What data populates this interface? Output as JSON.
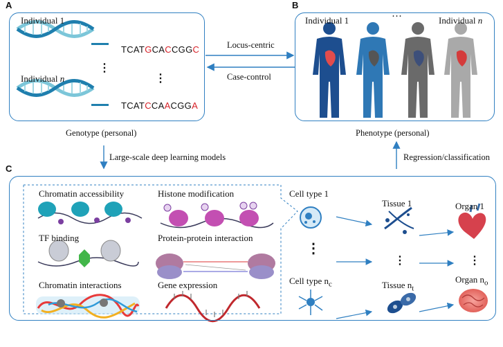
{
  "panels": {
    "a": "A",
    "b": "B",
    "c": "C"
  },
  "genotype": {
    "individual_1": "Individual 1",
    "individual_n_prefix": "Individual ",
    "individual_n_var": "n",
    "seq1": [
      {
        "t": "TCAT",
        "red": false
      },
      {
        "t": "G",
        "red": true
      },
      {
        "t": "CA",
        "red": false
      },
      {
        "t": "C",
        "red": true
      },
      {
        "t": "CGG",
        "red": false
      },
      {
        "t": "C",
        "red": true
      }
    ],
    "seq2": [
      {
        "t": "TCAT",
        "red": false
      },
      {
        "t": "C",
        "red": true
      },
      {
        "t": "CA",
        "red": false
      },
      {
        "t": "A",
        "red": true
      },
      {
        "t": "CGG",
        "red": false
      },
      {
        "t": "A",
        "red": true
      }
    ],
    "vdots": "⋮",
    "caption": "Genotype (personal)"
  },
  "arrows": {
    "locus_centric": "Locus-centric",
    "case_control": "Case-control",
    "deep_learning": "Large-scale deep learning models",
    "regression": "Regression/classification"
  },
  "phenotype": {
    "individual_1": "Individual 1",
    "ellipsis": "···",
    "individual_n_prefix": "Individual ",
    "individual_n_var": "n",
    "caption": "Phenotype (personal)",
    "figure_colors": [
      "#1d4e8f",
      "#2f78b5",
      "#6a6a6a",
      "#a9a9a9"
    ]
  },
  "modalities": {
    "chromatin_accessibility": "Chromatin accessibility",
    "histone_modification": "Histone modification",
    "tf_binding": "TF binding",
    "ppi": "Protein-protein interaction",
    "chromatin_interactions": "Chromatin interactions",
    "gene_expression": "Gene expression"
  },
  "hierarchy": {
    "cell_type_1": "Cell type 1",
    "cell_type_n_prefix": "Cell type n",
    "cell_type_n_sub": "c",
    "tissue_1": "Tissue 1",
    "tissue_n_prefix": "Tissue n",
    "tissue_n_sub": "t",
    "organ_1": "Organ 1",
    "organ_n_prefix": "Organ n",
    "organ_n_sub": "o",
    "vdots": "⋮"
  },
  "colors": {
    "accent": "#2f7fc1",
    "variant": "#d61f26",
    "dna": "#5ec3d6"
  }
}
